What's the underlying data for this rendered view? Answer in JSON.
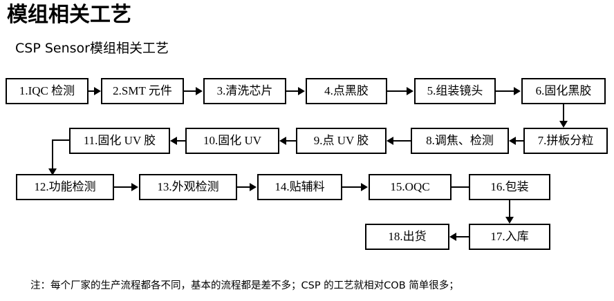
{
  "page": {
    "title": "模组相关工艺",
    "subtitle": "CSP  Sensor模组相关工艺",
    "footnote": "注：每个厂家的生产流程都各不同，基本的流程都是差不多；CSP 的工艺就相对COB 简单很多；",
    "background_color": "#ffffff",
    "line_color": "#000000",
    "text_color": "#000000"
  },
  "flowchart": {
    "type": "process-flow",
    "direction": "serpentine",
    "nodes": [
      {
        "id": "n1",
        "label": "1.IQC 检测"
      },
      {
        "id": "n2",
        "label": "2.SMT 元件"
      },
      {
        "id": "n3",
        "label": "3.清洗芯片"
      },
      {
        "id": "n4",
        "label": "4.点黑胶"
      },
      {
        "id": "n5",
        "label": "5.组装镜头"
      },
      {
        "id": "n6",
        "label": "6.固化黑胶"
      },
      {
        "id": "n7",
        "label": "7.拼板分粒"
      },
      {
        "id": "n8",
        "label": "8.调焦、检测"
      },
      {
        "id": "n9",
        "label": "9.点 UV 胶"
      },
      {
        "id": "n10",
        "label": "10.固化  UV"
      },
      {
        "id": "n11",
        "label": "11.固化 UV 胶"
      },
      {
        "id": "n12",
        "label": "12.功能检测"
      },
      {
        "id": "n13",
        "label": "13.外观检测"
      },
      {
        "id": "n14",
        "label": "14.贴辅料"
      },
      {
        "id": "n15",
        "label": "15.OQC"
      },
      {
        "id": "n16",
        "label": "16.包装"
      },
      {
        "id": "n17",
        "label": "17.入库"
      },
      {
        "id": "n18",
        "label": "18.出货"
      }
    ],
    "edges": [
      {
        "from": "n1",
        "to": "n2",
        "dir": "right"
      },
      {
        "from": "n2",
        "to": "n3",
        "dir": "right"
      },
      {
        "from": "n3",
        "to": "n4",
        "dir": "right"
      },
      {
        "from": "n4",
        "to": "n5",
        "dir": "right"
      },
      {
        "from": "n5",
        "to": "n6",
        "dir": "right"
      },
      {
        "from": "n6",
        "to": "n7",
        "dir": "down"
      },
      {
        "from": "n7",
        "to": "n8",
        "dir": "left"
      },
      {
        "from": "n8",
        "to": "n9",
        "dir": "left"
      },
      {
        "from": "n9",
        "to": "n10",
        "dir": "left"
      },
      {
        "from": "n10",
        "to": "n11",
        "dir": "left"
      },
      {
        "from": "n11",
        "to": "n12",
        "dir": "down"
      },
      {
        "from": "n12",
        "to": "n13",
        "dir": "right"
      },
      {
        "from": "n13",
        "to": "n14",
        "dir": "right"
      },
      {
        "from": "n14",
        "to": "n15",
        "dir": "right"
      },
      {
        "from": "n15",
        "to": "n16",
        "dir": "right"
      },
      {
        "from": "n16",
        "to": "n17",
        "dir": "down"
      },
      {
        "from": "n17",
        "to": "n18",
        "dir": "left"
      }
    ]
  }
}
